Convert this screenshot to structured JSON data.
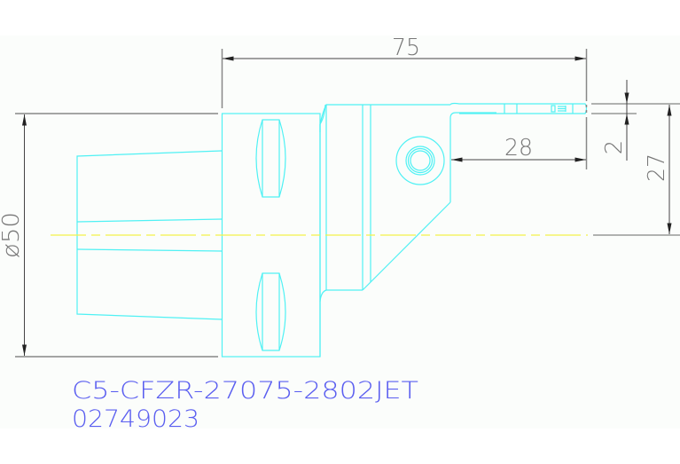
{
  "drawing": {
    "background": "#fbfdfb",
    "colors": {
      "geometry": "#4ff1f4",
      "centerline": "#f4f24a",
      "dimension": "#666666",
      "label": "#5a5ef0"
    }
  },
  "dimensions": {
    "overall_length": "75",
    "diameter": "ø50",
    "blade_reach": "28",
    "blade_width": "2",
    "center_height": "27"
  },
  "part_label": {
    "model": "C5-CFZR-27075-2802JET",
    "code": "02749023"
  }
}
